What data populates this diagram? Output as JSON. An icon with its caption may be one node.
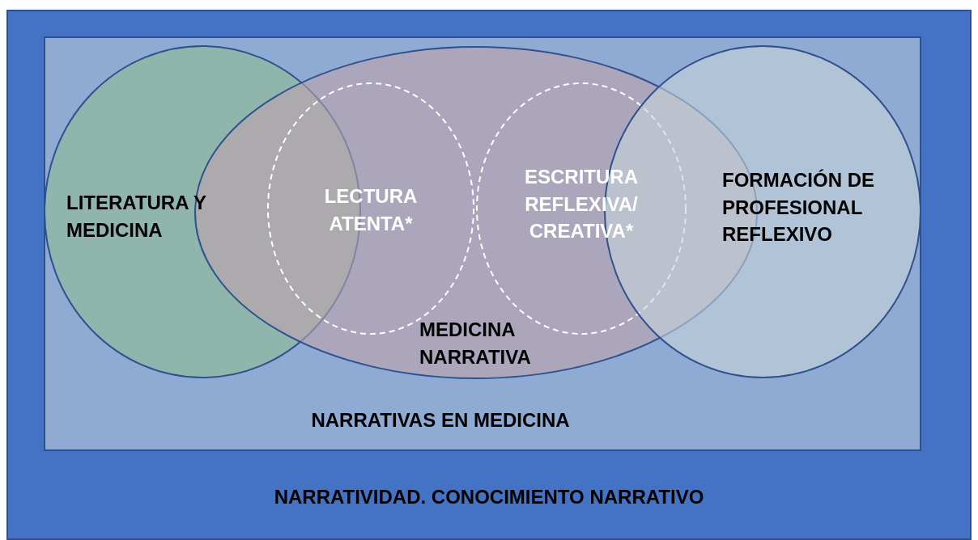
{
  "diagram": {
    "nodes": [
      {
        "text": [
          "NARRATIVIDAD. CONOCIMIENTO NARRATIVO"
        ]
      },
      {
        "text": [
          "NARRATIVAS EN MEDICINA"
        ],
        "in": 0
      },
      {
        "text": [
          "LITERATURA Y MEDICINA"
        ],
        "in": 1
      },
      {
        "text": [
          "MEDICINA NARRATIVA"
        ],
        "in": 1
      },
      {
        "text": [
          "FORMACIÓN DE PROFESIONAL REFLEXIVO"
        ],
        "in": 1
      },
      {
        "text": [
          "LECTURA ATENTA*"
        ],
        "in": 3
      },
      {
        "text": [
          "ESCRITURA REFLEXIVA/ CREATIVA*"
        ],
        "in": 3
      }
    ]
  }
}
